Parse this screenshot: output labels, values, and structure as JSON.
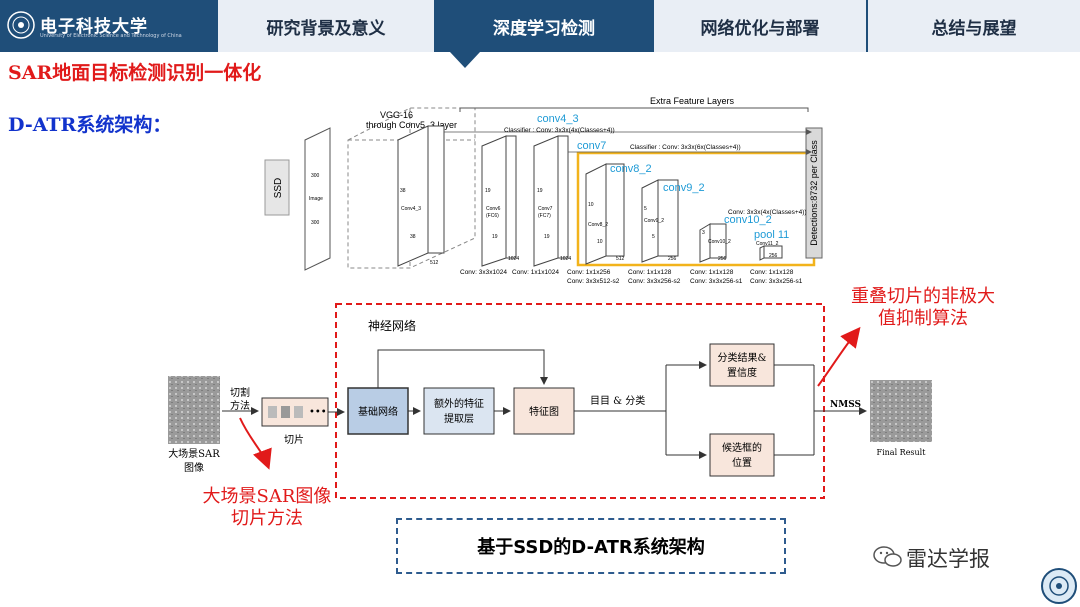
{
  "nav": {
    "logo_text": "电子科技大学",
    "logo_sub": "University of Electronic Science and Technology of China",
    "tabs": [
      {
        "label": "研究背景及意义",
        "active": false
      },
      {
        "label": "深度学习检测",
        "active": true
      },
      {
        "label": "网络优化与部署",
        "active": false
      },
      {
        "label": "总结与展望",
        "active": false
      }
    ]
  },
  "slide": {
    "title": "SAR地面目标检测识别一体化",
    "subtitle": "D-ATR系统架构：",
    "caption": "基于SSD的D-ATR系统架构",
    "watermark": "雷达学报"
  },
  "ssd": {
    "label": "SSD",
    "extra": "Extra Feature Layers",
    "vgg": "VGG-16",
    "vgg_sub": "through Conv5_3 layer",
    "conv4_3": "conv4_3",
    "classifier1": "Classifier : Conv: 3x3x(4x(Classes+4))",
    "conv7": "conv7",
    "classifier2": "Classifier : Conv: 3x3x(6x(Classes+4))",
    "conv8_2": "conv8_2",
    "conv9_2": "conv9_2",
    "classifier3": "Conv: 3x3x(4x(Classes+4))",
    "conv10_2": "conv10_2",
    "pool11": "pool 11",
    "detections": "Detections:8732 per Class",
    "image_300a": "300",
    "image_lbl": "Image",
    "image_300b": "300",
    "conv4_38": "38",
    "conv4_lbl": "Conv4_3",
    "conv4_38b": "38",
    "conv4_512": "512",
    "fc6_19": "19",
    "fc6_lbl": "Conv6\n(FC6)",
    "fc6_19b": "19",
    "fc6_1024": "1024",
    "fc7_19": "19",
    "fc7_lbl": "Conv7\n(FC7)",
    "fc7_19b": "19",
    "fc7_1024": "1024",
    "c8_10": "10",
    "c8_lbl": "Conv8_2",
    "c8_10b": "10",
    "c8_512": "512",
    "c9_5": "5",
    "c9_lbl": "Conv9_2",
    "c9_5b": "5",
    "c9_256": "256",
    "c10_3": "3",
    "c10_lbl": "Conv10_2",
    "c10_256": "256",
    "c11_lbl": "Conv11_2",
    "c11_256": "256",
    "bot1": "Conv: 3x3x1024",
    "bot2": "Conv: 1x1x1024",
    "bot3a": "Conv: 1x1x256",
    "bot3b": "Conv: 3x3x512-s2",
    "bot4a": "Conv: 1x1x128",
    "bot4b": "Conv: 3x3x256-s2",
    "bot5a": "Conv: 1x1x128",
    "bot5b": "Conv: 3x3x256-s1",
    "bot6a": "Conv: 1x1x128",
    "bot6b": "Conv: 3x3x256-s1"
  },
  "flow": {
    "input_label": "大场景SAR\n图像",
    "cut_method": "切割\n方法",
    "slices": "切片",
    "nn": "神经网络",
    "base_net": "基础网络",
    "extra_feat": "额外的特征\n提取层",
    "feat_map": "特征图",
    "det_cls": "目目 & 分类",
    "cls_result": "分类结果&\n置信度",
    "candidate": "候选框的\n位置",
    "nmss": "NMSS",
    "final": "Final Result",
    "anno1": "大场景SAR图像\n切片方法",
    "anno2": "重叠切片的非极大\n值抑制算法"
  },
  "colors": {
    "nav": "#1f4e79",
    "red": "#e11a1a",
    "blue_title": "#1233cc",
    "highlight": "#f2b31b",
    "cyan_text": "#1f9bd6"
  }
}
